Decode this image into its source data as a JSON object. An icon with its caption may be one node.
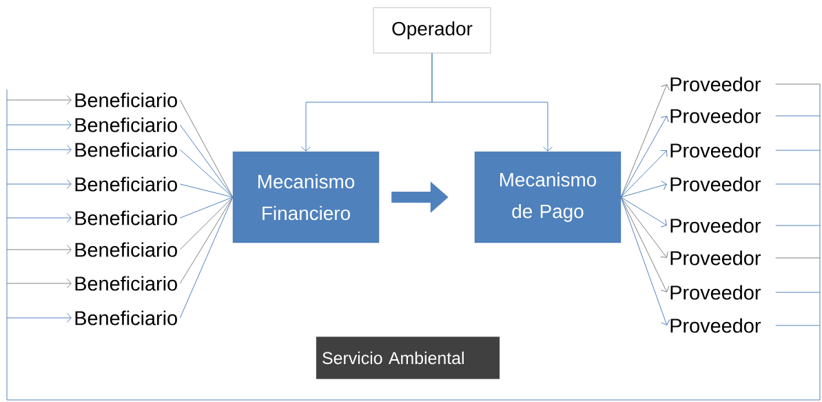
{
  "diagram": {
    "nodes": [
      {
        "text": [
          "Operador"
        ]
      },
      {
        "text": [
          "Mecanismo Financiero"
        ]
      },
      {
        "text": [
          "Mecanismo de Pago"
        ]
      },
      {
        "text": [
          "Beneficiario"
        ]
      },
      {
        "text": [
          "Beneficiario"
        ]
      },
      {
        "text": [
          "Beneficiario"
        ]
      },
      {
        "text": [
          "Beneficiario"
        ]
      },
      {
        "text": [
          "Beneficiario"
        ]
      },
      {
        "text": [
          "Beneficiario"
        ]
      },
      {
        "text": [
          "Beneficiario"
        ]
      },
      {
        "text": [
          "Beneficiario"
        ]
      },
      {
        "text": [
          "Proveedor"
        ]
      },
      {
        "text": [
          "Proveedor"
        ]
      },
      {
        "text": [
          "Proveedor"
        ]
      },
      {
        "text": [
          "Proveedor"
        ]
      },
      {
        "text": [
          "Proveedor"
        ]
      },
      {
        "text": [
          "Proveedor"
        ]
      },
      {
        "text": [
          "Proveedor"
        ]
      },
      {
        "text": [
          "Proveedor"
        ]
      },
      {
        "text": [
          "Servicio Ambiental"
        ]
      }
    ],
    "edges": [
      {
        "from": 0,
        "to": 1,
        "arrow": "to"
      },
      {
        "from": 0,
        "to": 2,
        "arrow": "to"
      },
      {
        "from": 1,
        "to": 2,
        "arrow": "to",
        "style": "thick"
      },
      {
        "from": 3,
        "to": 1,
        "arrow": "none",
        "color": "#808080"
      },
      {
        "from": 4,
        "to": 1,
        "arrow": "none"
      },
      {
        "from": 5,
        "to": 1,
        "arrow": "none"
      },
      {
        "from": 6,
        "to": 1,
        "arrow": "none"
      },
      {
        "from": 7,
        "to": 1,
        "arrow": "none"
      },
      {
        "from": 8,
        "to": 1,
        "arrow": "none",
        "color": "#808080"
      },
      {
        "from": 9,
        "to": 1,
        "arrow": "none",
        "color": "#808080"
      },
      {
        "from": 10,
        "to": 1,
        "arrow": "none"
      },
      {
        "from": 2,
        "to": 11,
        "arrow": "to",
        "color": "#808080"
      },
      {
        "from": 2,
        "to": 12,
        "arrow": "to"
      },
      {
        "from": 2,
        "to": 13,
        "arrow": "to"
      },
      {
        "from": 2,
        "to": 14,
        "arrow": "to"
      },
      {
        "from": 2,
        "to": 15,
        "arrow": "to"
      },
      {
        "from": 2,
        "to": 16,
        "arrow": "to",
        "color": "#808080"
      },
      {
        "from": 2,
        "to": 17,
        "arrow": "to",
        "color": "#808080"
      },
      {
        "from": 2,
        "to": 18,
        "arrow": "to"
      },
      {
        "from": null,
        "to": 3,
        "arrow": "to",
        "color": "#808080"
      },
      {
        "from": null,
        "to": 4,
        "arrow": "to"
      },
      {
        "from": null,
        "to": 5,
        "arrow": "to"
      },
      {
        "from": null,
        "to": 6,
        "arrow": "to"
      },
      {
        "from": null,
        "to": 7,
        "arrow": "to"
      },
      {
        "from": null,
        "to": 8,
        "arrow": "to",
        "color": "#808080"
      },
      {
        "from": null,
        "to": 9,
        "arrow": "to",
        "color": "#808080"
      },
      {
        "from": null,
        "to": 10,
        "arrow": "to"
      },
      {
        "from": 11,
        "to": null,
        "arrow": "none",
        "color": "#808080"
      },
      {
        "from": 12,
        "to": null,
        "arrow": "none"
      },
      {
        "from": 13,
        "to": null,
        "arrow": "none"
      },
      {
        "from": 14,
        "to": null,
        "arrow": "none"
      },
      {
        "from": 15,
        "to": null,
        "arrow": "none"
      },
      {
        "from": 16,
        "to": null,
        "arrow": "none",
        "color": "#808080"
      },
      {
        "from": 17,
        "to": null,
        "arrow": "none"
      },
      {
        "from": 18,
        "to": null,
        "arrow": "none"
      }
    ]
  }
}
